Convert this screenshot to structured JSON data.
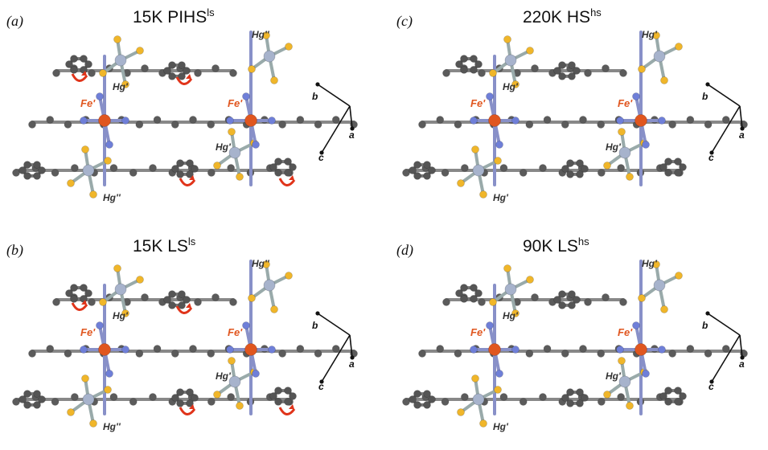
{
  "panels": [
    {
      "id": "a",
      "label": "(a)",
      "title_main": "15K PIHS",
      "title_sup": "ls",
      "fe_labels": [
        "Fe'",
        "Fe'"
      ],
      "hg_labels": [
        "Hg''",
        "Hg'",
        "Hg'",
        "Hg''"
      ],
      "axes": [
        "b",
        "a",
        "c"
      ],
      "rotation_arrows": true
    },
    {
      "id": "c",
      "label": "(c)",
      "title_main": "220K HS",
      "title_sup": "hs",
      "fe_labels": [
        "Fe'",
        "Fe'"
      ],
      "hg_labels": [
        "Hg'",
        "Hg'",
        "Hg'",
        "Hg'"
      ],
      "axes": [
        "b",
        "a",
        "c"
      ],
      "rotation_arrows": false
    },
    {
      "id": "b",
      "label": "(b)",
      "title_main": "15K LS",
      "title_sup": "ls",
      "fe_labels": [
        "Fe'",
        "Fe'"
      ],
      "hg_labels": [
        "Hg''",
        "Hg'",
        "Hg'",
        "Hg''"
      ],
      "axes": [
        "b",
        "a",
        "c"
      ],
      "rotation_arrows": true
    },
    {
      "id": "d",
      "label": "(d)",
      "title_main": "90K LS",
      "title_sup": "hs",
      "fe_labels": [
        "Fe'",
        "Fe'"
      ],
      "hg_labels": [
        "Hg'",
        "Hg'",
        "Hg'",
        "Hg'"
      ],
      "axes": [
        "b",
        "a",
        "c"
      ],
      "rotation_arrows": false
    }
  ],
  "colors": {
    "fe": "#e0561f",
    "hg": "#a7b3cc",
    "s": "#f0b62a",
    "c": "#5b5b5b",
    "n": "#6f7fd8",
    "rot": "#e0341a",
    "label_fe": "#e0561f",
    "label_hg": "#333333"
  }
}
